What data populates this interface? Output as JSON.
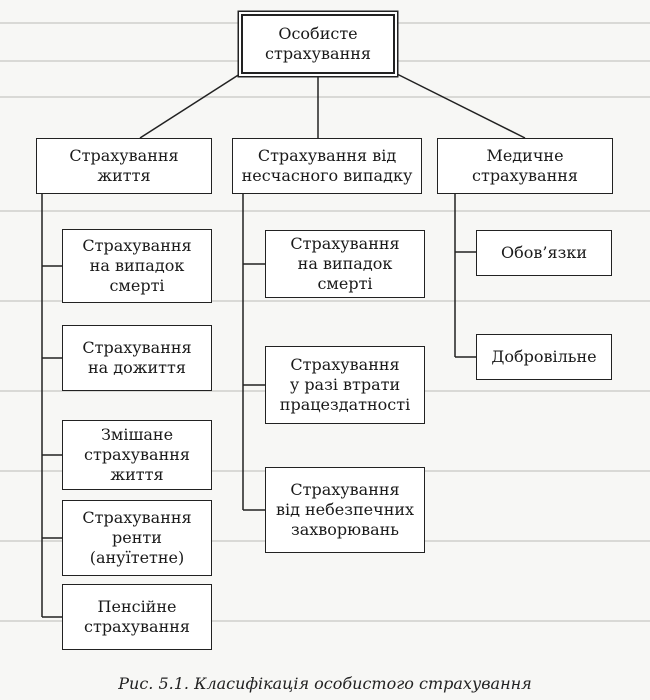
{
  "diagram": {
    "root": "Особисте\nстрахування",
    "categories": [
      {
        "label": "Страхування\nжиття",
        "children": [
          "Страхування\nна випадок\nсмерті",
          "Страхування\nна дожиття",
          "Змішане\nстрахування\nжиття",
          "Страхування\nренти\n(ануїтетне)",
          "Пенсійне\nстрахування"
        ]
      },
      {
        "label": "Страхування від\nнесчасного випадку",
        "children": [
          "Страхування\nна випадок смерті",
          "Страхування\nу разі втрати\nпрацездатності",
          "Страхування\nвід небезпечних\nзахворювань"
        ]
      },
      {
        "label": "Медичне\nстрахування",
        "children": [
          "Обов’язки",
          "Добровільне"
        ]
      }
    ],
    "caption": "Рис. 5.1. Класифікація особистого страхування",
    "colors": {
      "line": "#222222",
      "box_fill": "#ffffff",
      "background": "#f7f7f5"
    }
  }
}
